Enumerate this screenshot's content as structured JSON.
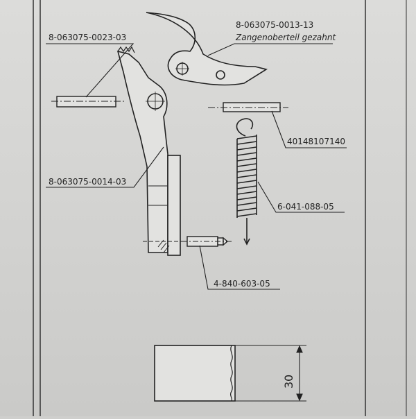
{
  "labels": {
    "part_pin_left": "8-063075-0023-03",
    "part_upper_jaw": "8-063075-0013-13",
    "part_upper_jaw_desc": "Zangenoberteil gezahnt",
    "part_pin_right": "40148107140",
    "part_lower_arm": "8-063075-0014-03",
    "part_spring": "6-041-088-05",
    "part_bolt": "4-840-603-05"
  },
  "dimension": {
    "value": "30"
  },
  "colors": {
    "paper": "#d6d6d4",
    "ink": "#222222",
    "border": "#333333"
  }
}
